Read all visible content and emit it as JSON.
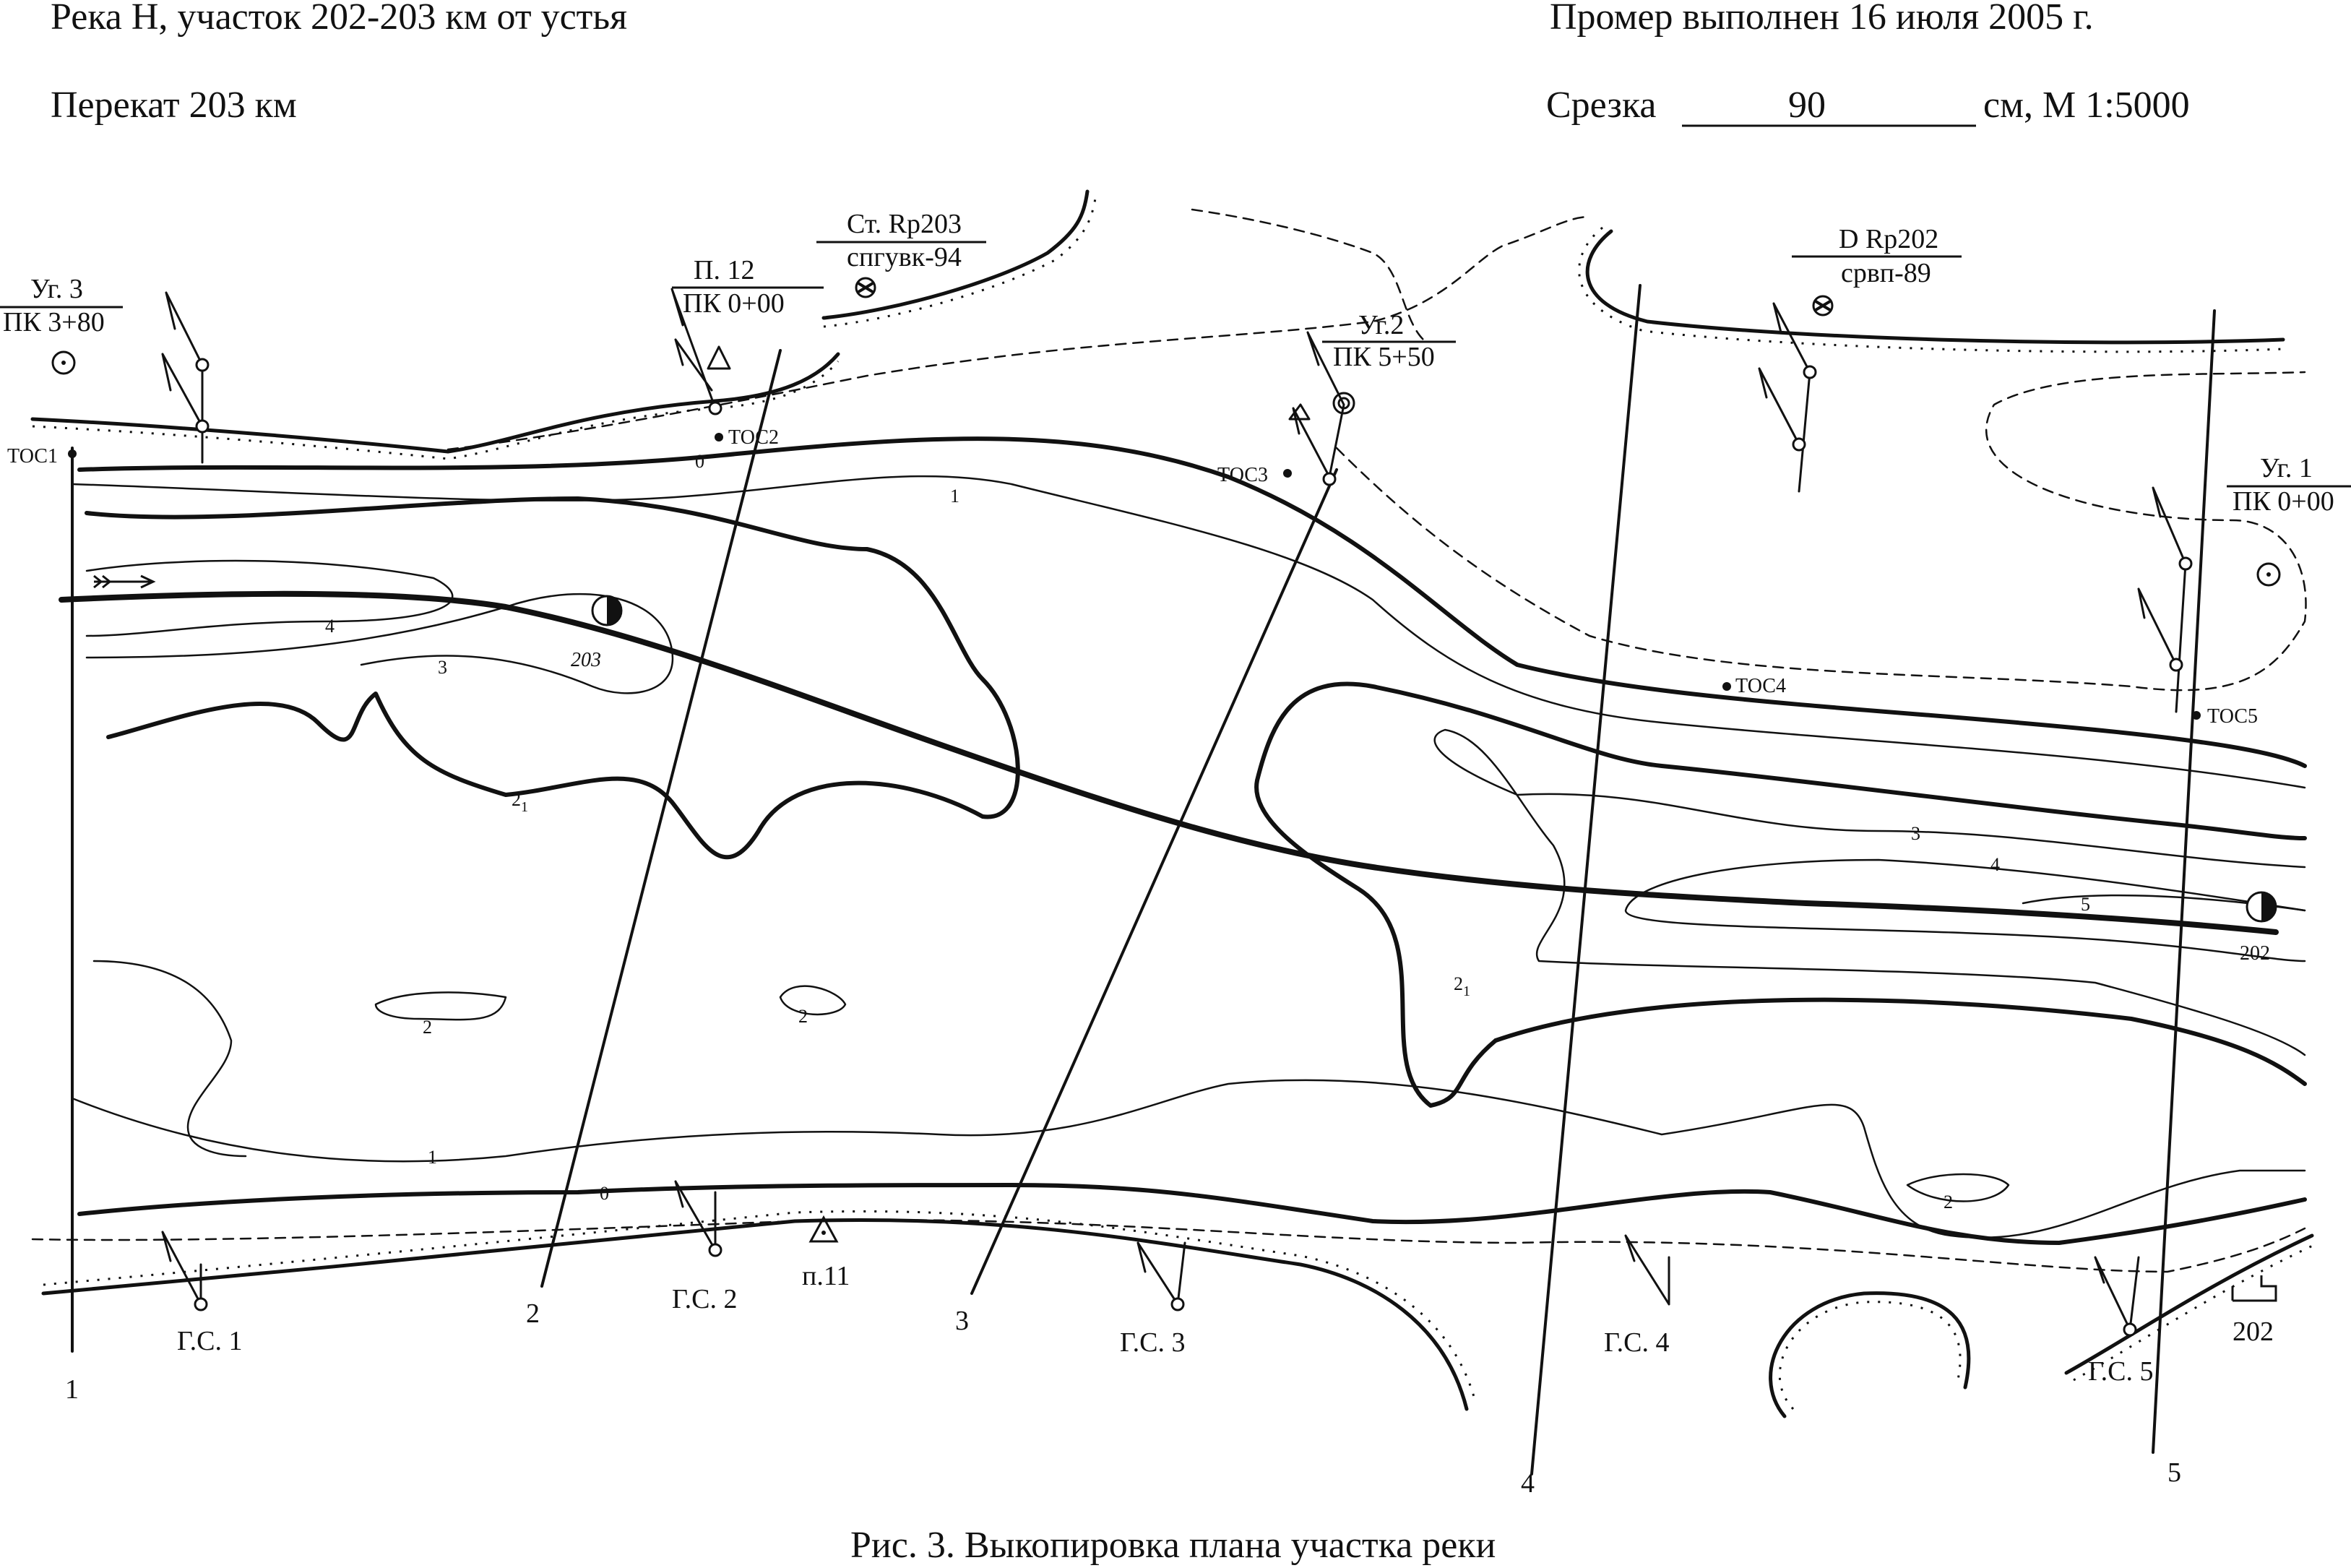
{
  "header": {
    "river_section": "Река Н, участок 202-203 км от устья",
    "survey_date": "Промер выполнен 16 июля 2005 г.",
    "riffle": "Перекат 203 км",
    "cut_prefix": "Срезка",
    "cut_value": "90",
    "cut_suffix": "см, М 1:5000"
  },
  "caption": "Рис. 3. Выкопировка плана участка реки",
  "angle_points": [
    {
      "top": "Уг. 3",
      "bottom": "ПК 3+80"
    },
    {
      "top": "П. 12",
      "bottom": "ПК 0+00"
    },
    {
      "top": "Уг.2",
      "bottom": "ПК 5+50"
    },
    {
      "top": "Уг. 1",
      "bottom": "ПК 0+00"
    }
  ],
  "benchmarks": [
    {
      "top": "Ст. Rp203",
      "bottom": "спгувк-94"
    },
    {
      "top": "D Rp202",
      "bottom": "срвп-89"
    }
  ],
  "toc_labels": [
    "ТОС1",
    "ТОС2",
    "ТОС3",
    "ТОС4",
    "ТОС5"
  ],
  "gauge_stations": [
    "Г.С. 1",
    "Г.С. 2",
    "Г.С. 3",
    "Г.С. 4",
    "Г.С. 5"
  ],
  "section_numbers": [
    "1",
    "2",
    "3",
    "4",
    "5"
  ],
  "km_marks": [
    "203",
    "202"
  ],
  "km_post_label": "202",
  "point_11": "п.11",
  "isobath_labels": [
    "0",
    "1",
    "4",
    "3",
    "2",
    "1",
    "2",
    "2",
    "3",
    "4",
    "5",
    "2",
    "1",
    "1",
    "0",
    "2"
  ],
  "icons": [
    "triangulation-icon",
    "benchmark-icon",
    "km-mark-icon",
    "flow-arrow-icon",
    "gauge-station-icon",
    "km-post-icon"
  ],
  "colors": {
    "ink": "#111111",
    "paper": "#ffffff"
  }
}
